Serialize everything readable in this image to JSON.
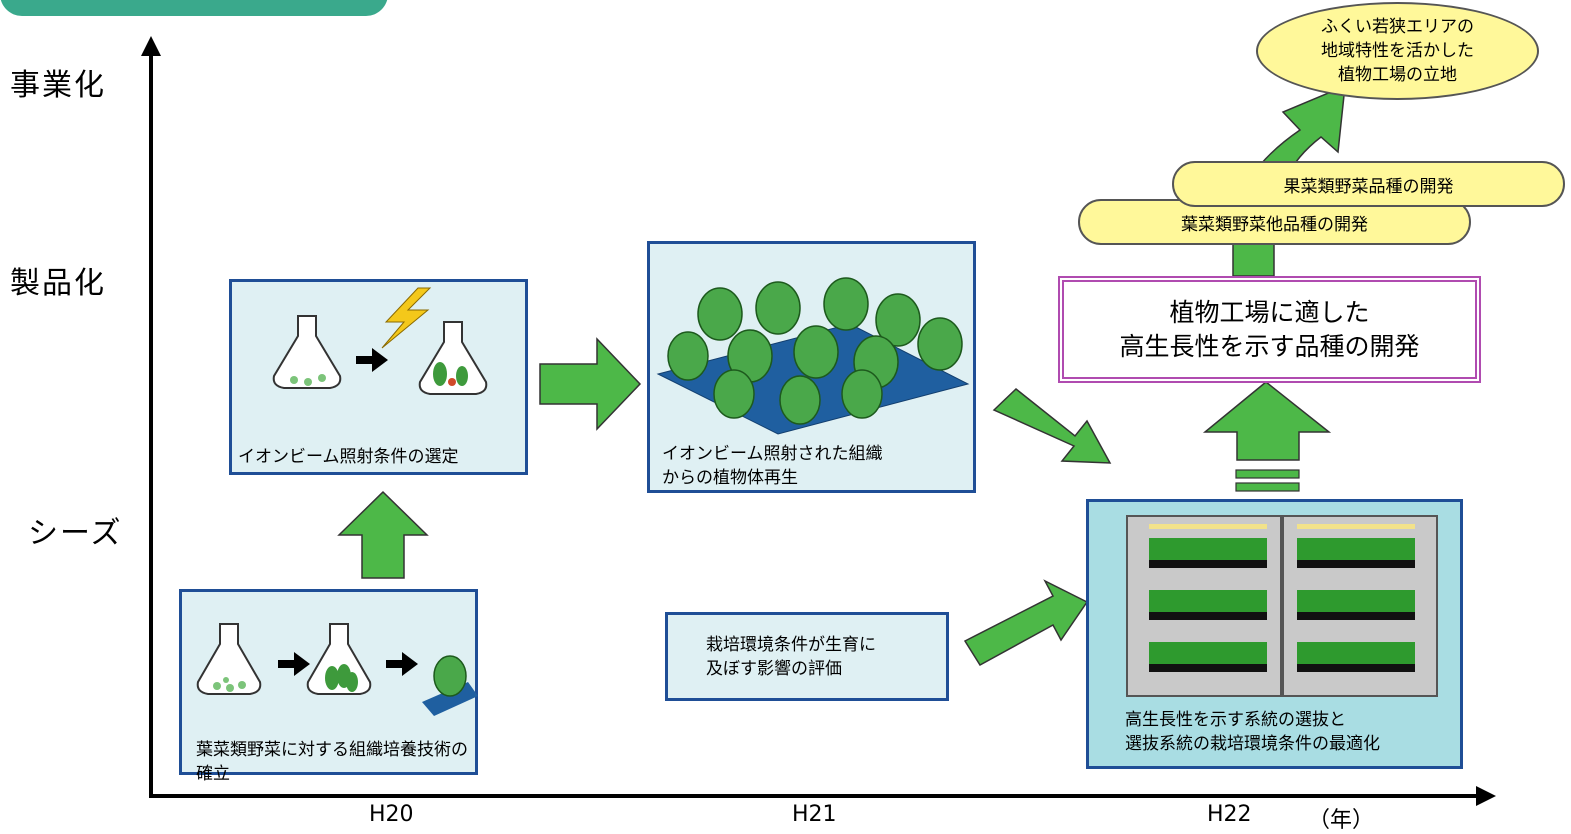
{
  "y_axis_labels": {
    "commercialization": "事業化",
    "productization": "製品化",
    "seeds": "シーズ"
  },
  "x_axis_labels": {
    "h20": "H20",
    "h21": "H21",
    "h22": "H22",
    "unit": "（年）"
  },
  "boxes": {
    "tissue_culture": "葉菜類野菜に対する組織培養技術の確立",
    "ion_beam_selection": "イオンビーム照射条件の選定",
    "regeneration_line1": "イオンビーム照射された組織",
    "regeneration_line2": "からの植物体再生",
    "environment_line1": "栽培環境条件が生育に",
    "environment_line2": "及ぼす影響の評価",
    "selection_line1": "高生長性を示す系統の選抜と",
    "selection_line2": "選抜系統の栽培環境条件の最適化"
  },
  "goals": {
    "variety_line1": "植物工場に適した",
    "variety_line2": "高生長性を示す品種の開発",
    "leafy": "葉菜類野菜他品種の開発",
    "fruit": "果菜類野菜品種の開発",
    "location_line1": "ふくい若狭エリアの",
    "location_line2": "地域特性を活かした",
    "location_line3": "植物工場の立地"
  },
  "colors": {
    "arrow_green": "#4db848",
    "box_fill": "#dff0f3",
    "box_border": "#1f4e96",
    "pill_fill": "#fff89a",
    "accent_purple": "#b04bb0",
    "header_green": "#3aa98c"
  }
}
